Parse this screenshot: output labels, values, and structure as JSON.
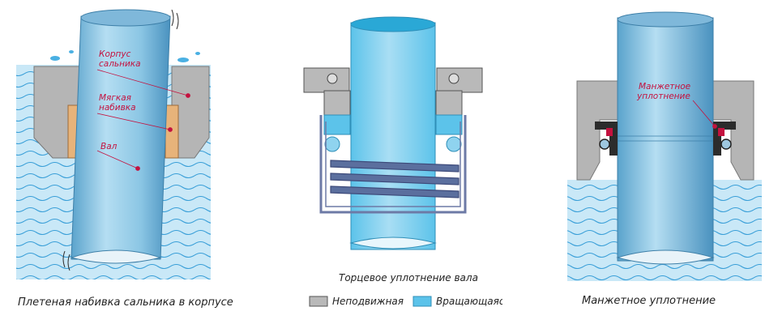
{
  "left": {
    "caption": "Плетеная набивка сальника в корпусе",
    "labels": {
      "housing_line1": "Корпус",
      "housing_line2": "сальника",
      "packing_line1": "Мягкая",
      "packing_line2": "набивка",
      "shaft": "Вал"
    }
  },
  "middle": {
    "caption": "Торцевое уплотнение вала",
    "legend": [
      {
        "label": "Неподвижная",
        "color": "#b9b9b9"
      },
      {
        "label": "Вращающаяся",
        "color": "#5cc3ea"
      }
    ]
  },
  "right": {
    "caption": "Манжетное уплотнение",
    "labels": {
      "lip_line1": "Манжетное",
      "lip_line2": "уплотнение"
    }
  },
  "colors": {
    "water": "#c9e8f7",
    "wave": "#3a9fd8",
    "shaft": "#8ec9e6",
    "shaft_dark": "#4f9fc8",
    "housing": "#b5b5b5",
    "packing": "#e7b37a",
    "seal": "#2c2c2c",
    "label": "#c4123f",
    "frame": "#6d7aa6"
  }
}
